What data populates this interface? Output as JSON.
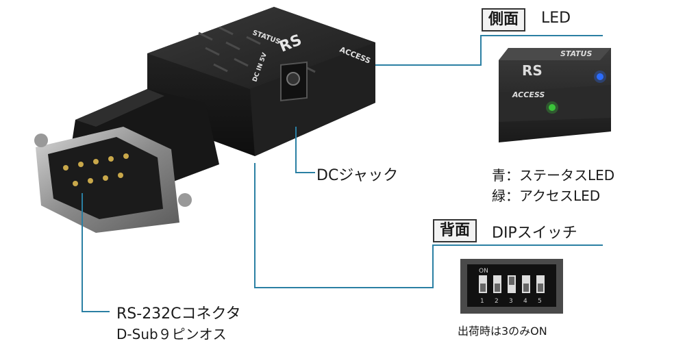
{
  "product": {
    "device_text": {
      "status": "STATUS",
      "access": "ACCESS",
      "dc_in": "DC IN 5V"
    }
  },
  "callouts": {
    "side_tag": "側面",
    "side_label": "LED",
    "led_status_text": "STATUS",
    "led_access_text": "ACCESS",
    "led_blue_caption": "青：ステータスLED",
    "led_green_caption": "緑：アクセスLED",
    "dc_jack": "DCジャック",
    "back_tag": "背面",
    "back_label": "DIPスイッチ",
    "dip_on": "ON",
    "dip_numbers": [
      "1",
      "2",
      "3",
      "4",
      "5"
    ],
    "dip_note": "出荷時は3のみON",
    "connector_line1": "RS-232Cコネクタ",
    "connector_line2": "D-Sub９ピンオス"
  },
  "colors": {
    "leader": "#2a7fa3",
    "status_led": "#2b6cff",
    "access_led": "#3cc43a"
  }
}
